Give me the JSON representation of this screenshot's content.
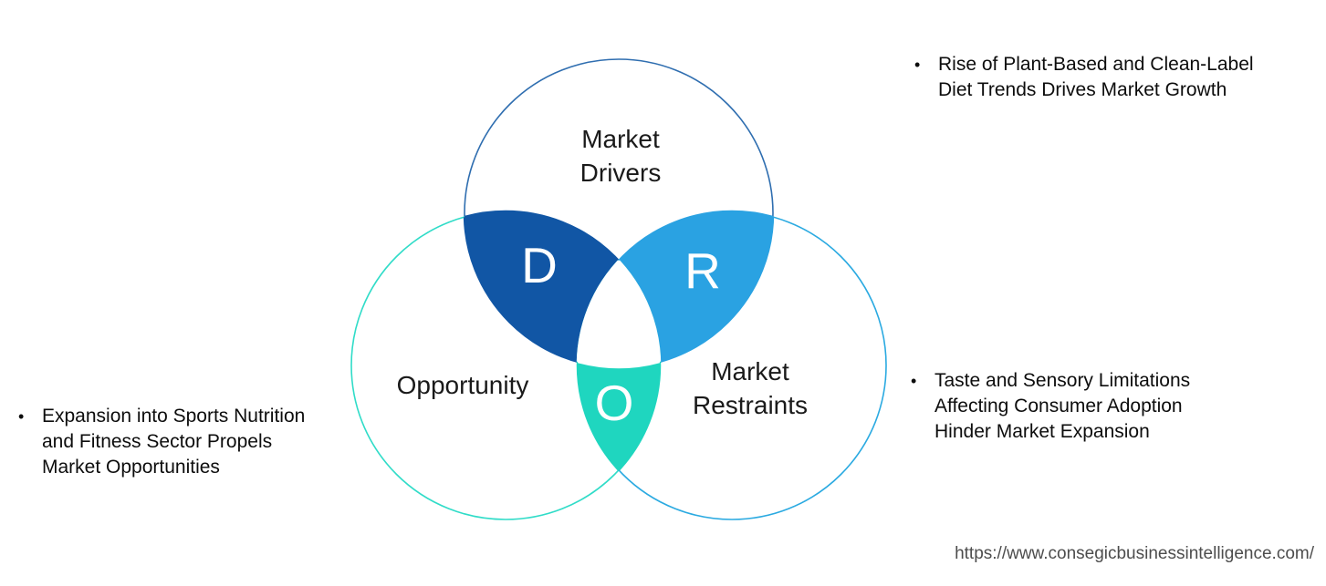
{
  "venn": {
    "drivers": {
      "label_line1": "Market",
      "label_line2": "Drivers",
      "letter": "D",
      "lens_fill": "#1156a5",
      "stroke": "#2f6eb0"
    },
    "opportunity": {
      "label": "Opportunity",
      "letter": "O",
      "lens_fill": "#1fd6bf",
      "stroke": "#30dcc8"
    },
    "restraints": {
      "label_line1": "Market",
      "label_line2": "Restraints",
      "letter": "R",
      "lens_fill": "#2aa2e2",
      "stroke": "#2baae1"
    },
    "center_fill": "#ffffff"
  },
  "bullets": {
    "drivers": {
      "marker": "•",
      "lines": [
        "Rise of Plant-Based and Clean-Label",
        "Diet Trends Drives Market Growth"
      ]
    },
    "opportunity": {
      "marker": "•",
      "lines": [
        "Expansion into Sports Nutrition",
        "and Fitness Sector Propels",
        "Market Opportunities"
      ]
    },
    "restraints": {
      "marker": "•",
      "lines": [
        "Taste and Sensory Limitations",
        "Affecting Consumer Adoption",
        "Hinder Market Expansion"
      ]
    }
  },
  "footer": {
    "url": "https://www.consegicbusinessintelligence.com/"
  }
}
